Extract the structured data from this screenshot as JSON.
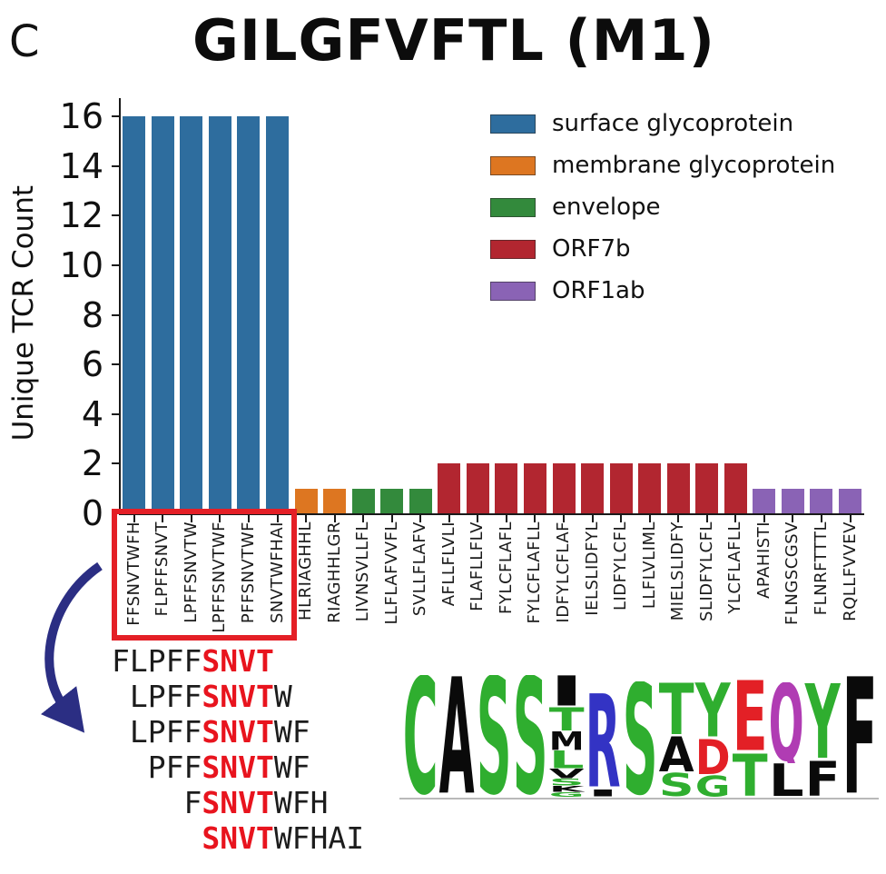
{
  "panel_label": "C",
  "title": "GILGFVFTL (M1)",
  "chart_data": {
    "type": "bar",
    "title": "GILGFVFTL (M1)",
    "xlabel": "",
    "ylabel": "Unique TCR Count",
    "ylim": [
      0,
      16
    ],
    "yticks": [
      0,
      2,
      4,
      6,
      8,
      10,
      12,
      14,
      16
    ],
    "grid": false,
    "legend_position": "upper right inside plot",
    "groups": [
      {
        "name": "surface glycoprotein",
        "color": "#2e6d9e"
      },
      {
        "name": "membrane glycoprotein",
        "color": "#dd7621"
      },
      {
        "name": "envelope",
        "color": "#338a3c"
      },
      {
        "name": "ORF7b",
        "color": "#b22630"
      },
      {
        "name": "ORF1ab",
        "color": "#8a63b5"
      }
    ],
    "bars": [
      {
        "label": "FFSNVTWFH",
        "value": 16,
        "group": "surface glycoprotein"
      },
      {
        "label": "FLPFFSNVT",
        "value": 16,
        "group": "surface glycoprotein"
      },
      {
        "label": "LPFFSNVTW",
        "value": 16,
        "group": "surface glycoprotein"
      },
      {
        "label": "LPFFSNVTWF",
        "value": 16,
        "group": "surface glycoprotein"
      },
      {
        "label": "PFFSNVTWF",
        "value": 16,
        "group": "surface glycoprotein"
      },
      {
        "label": "SNVTWFHAI",
        "value": 16,
        "group": "surface glycoprotein"
      },
      {
        "label": "HLRIAGHHL",
        "value": 1,
        "group": "membrane glycoprotein"
      },
      {
        "label": "RIAGHHLGR",
        "value": 1,
        "group": "membrane glycoprotein"
      },
      {
        "label": "LIVNSVLLFL",
        "value": 1,
        "group": "envelope"
      },
      {
        "label": "LLFLAFVVFL",
        "value": 1,
        "group": "envelope"
      },
      {
        "label": "SVLLFLAFV",
        "value": 1,
        "group": "envelope"
      },
      {
        "label": "AFLLFLVLI",
        "value": 2,
        "group": "ORF7b"
      },
      {
        "label": "FLAFLLFLV",
        "value": 2,
        "group": "ORF7b"
      },
      {
        "label": "FYLCFLAFL",
        "value": 2,
        "group": "ORF7b"
      },
      {
        "label": "FYLCFLAFLL",
        "value": 2,
        "group": "ORF7b"
      },
      {
        "label": "IDFYLCFLAF",
        "value": 2,
        "group": "ORF7b"
      },
      {
        "label": "IELSLIDFYL",
        "value": 2,
        "group": "ORF7b"
      },
      {
        "label": "LIDFYLCFL",
        "value": 2,
        "group": "ORF7b"
      },
      {
        "label": "LLFLVLIML",
        "value": 2,
        "group": "ORF7b"
      },
      {
        "label": "MIELSLIDFY",
        "value": 2,
        "group": "ORF7b"
      },
      {
        "label": "SLIDFYLCFL",
        "value": 2,
        "group": "ORF7b"
      },
      {
        "label": "YLCFLAFLL",
        "value": 2,
        "group": "ORF7b"
      },
      {
        "label": "APAHISTI",
        "value": 1,
        "group": "ORF1ab"
      },
      {
        "label": "FLNGSCGSV",
        "value": 1,
        "group": "ORF1ab"
      },
      {
        "label": "FLNRFTTTL",
        "value": 1,
        "group": "ORF1ab"
      },
      {
        "label": "RQLLFVVEV",
        "value": 1,
        "group": "ORF1ab"
      }
    ],
    "highlighted_labels": [
      "FFSNVTWFH",
      "FLPFFSNVT",
      "LPFFSNVTW",
      "LPFFSNVTWF",
      "PFFSNVTWF",
      "SNVTWFHAI"
    ]
  },
  "annotations": {
    "highlight_box_color": "#e41f26",
    "arrow_color": "#2b2e83",
    "arrow_icon": "curved-arrow-icon"
  },
  "alignment": {
    "motif": "SNVT",
    "motif_color": "#e8141e",
    "rows": [
      {
        "indent": 0,
        "pre": "FLPFF",
        "motif": "SNVT",
        "post": ""
      },
      {
        "indent": 1,
        "pre": "LPFF",
        "motif": "SNVT",
        "post": "W"
      },
      {
        "indent": 1,
        "pre": "LPFF",
        "motif": "SNVT",
        "post": "WF"
      },
      {
        "indent": 2,
        "pre": "PFF",
        "motif": "SNVT",
        "post": "WF"
      },
      {
        "indent": 4,
        "pre": "F",
        "motif": "SNVT",
        "post": "WFH"
      },
      {
        "indent": 5,
        "pre": "",
        "motif": "SNVT",
        "post": "WFHAI"
      }
    ]
  },
  "sequence_logo": {
    "consensus": "CASS-RSTYEQYF",
    "colors": {
      "green": "#2fae2f",
      "black": "#0a0a0a",
      "blue": "#3333c4",
      "red": "#e32026",
      "purple": "#b03cb3"
    },
    "columns": [
      {
        "letters": [
          {
            "c": "C",
            "color": "green",
            "h": 1.0
          }
        ]
      },
      {
        "letters": [
          {
            "c": "A",
            "color": "black",
            "h": 1.0
          }
        ]
      },
      {
        "letters": [
          {
            "c": "S",
            "color": "green",
            "h": 1.0
          }
        ]
      },
      {
        "letters": [
          {
            "c": "S",
            "color": "green",
            "h": 1.0
          }
        ]
      },
      {
        "letters": [
          {
            "c": "I",
            "color": "black",
            "h": 0.26
          },
          {
            "c": "T",
            "color": "green",
            "h": 0.2
          },
          {
            "c": "M",
            "color": "black",
            "h": 0.16
          },
          {
            "c": "L",
            "color": "green",
            "h": 0.15
          },
          {
            "c": "V",
            "color": "black",
            "h": 0.08
          },
          {
            "c": "S",
            "color": "green",
            "h": 0.06
          },
          {
            "c": "K",
            "color": "black",
            "h": 0.05
          },
          {
            "c": "G",
            "color": "green",
            "h": 0.04
          }
        ]
      },
      {
        "letters": [
          {
            "c": "R",
            "color": "blue",
            "h": 0.8
          },
          {
            "c": "I",
            "color": "black",
            "h": 0.06
          }
        ]
      },
      {
        "letters": [
          {
            "c": "S",
            "color": "green",
            "h": 0.95
          }
        ]
      },
      {
        "letters": [
          {
            "c": "T",
            "color": "green",
            "h": 0.44
          },
          {
            "c": "A",
            "color": "black",
            "h": 0.3
          },
          {
            "c": "S",
            "color": "green",
            "h": 0.2
          }
        ]
      },
      {
        "letters": [
          {
            "c": "Y",
            "color": "green",
            "h": 0.46
          },
          {
            "c": "D",
            "color": "red",
            "h": 0.3
          },
          {
            "c": "G",
            "color": "green",
            "h": 0.18
          }
        ]
      },
      {
        "letters": [
          {
            "c": "E",
            "color": "red",
            "h": 0.6
          },
          {
            "c": "T",
            "color": "green",
            "h": 0.36
          }
        ]
      },
      {
        "letters": [
          {
            "c": "Q",
            "color": "purple",
            "h": 0.66
          },
          {
            "c": "L",
            "color": "black",
            "h": 0.28
          }
        ]
      },
      {
        "letters": [
          {
            "c": "Y",
            "color": "green",
            "h": 0.64
          },
          {
            "c": "F",
            "color": "black",
            "h": 0.3
          }
        ]
      },
      {
        "letters": [
          {
            "c": "F",
            "color": "black",
            "h": 1.0
          }
        ]
      }
    ]
  }
}
